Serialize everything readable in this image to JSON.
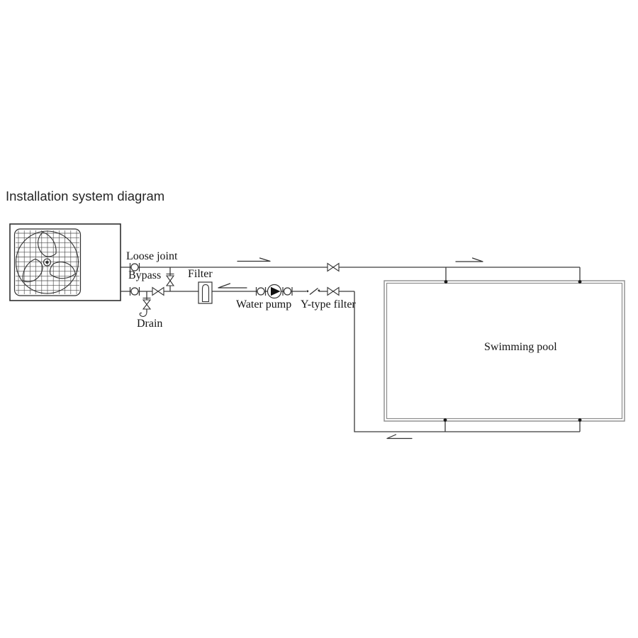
{
  "title": "Installation system diagram",
  "diagram": {
    "labels": {
      "loose_joint": "Loose joint",
      "bypass": "Bypass",
      "filter": "Filter",
      "drain": "Drain",
      "water_pump": "Water pump",
      "y_type_filter": "Y-type filter",
      "swimming_pool": "Swimming pool"
    },
    "symbols": [
      {
        "name": "heat-pump-unit-icon",
        "meaning": "outdoor unit with fan grille"
      },
      {
        "name": "loose-joint-icon",
        "meaning": "pipe union (circle with side ticks)",
        "count": 4
      },
      {
        "name": "gate-valve-icon",
        "meaning": "horizontal bowtie shut-off valve",
        "count": 3
      },
      {
        "name": "bypass-valve-icon",
        "meaning": "vertical valve with handle on bypass line"
      },
      {
        "name": "drain-valve-icon",
        "meaning": "vertical valve with handle on drain line"
      },
      {
        "name": "drain-outlet-icon",
        "meaning": "hooked drain spout"
      },
      {
        "name": "inline-filter-icon",
        "meaning": "cartridge filter on return line"
      },
      {
        "name": "water-pump-icon",
        "meaning": "circle pump with solid flow triangle"
      },
      {
        "name": "y-strainer-icon",
        "meaning": "diagonal y-type filter mark"
      },
      {
        "name": "pool-connector-icon",
        "meaning": "pipe tap dot on pool wall",
        "count": 4
      },
      {
        "name": "flow-arrow-icon",
        "meaning": "flow direction harpoon arrow",
        "directions": [
          "right",
          "left",
          "right",
          "left"
        ],
        "count": 4
      }
    ],
    "colors": {
      "line": "#3a3a3a",
      "grille_line": "#4a4a4a",
      "pool_border": "#8c8c8c",
      "pump_fill": "#111111",
      "text": "#141414",
      "background": "#ffffff"
    }
  }
}
